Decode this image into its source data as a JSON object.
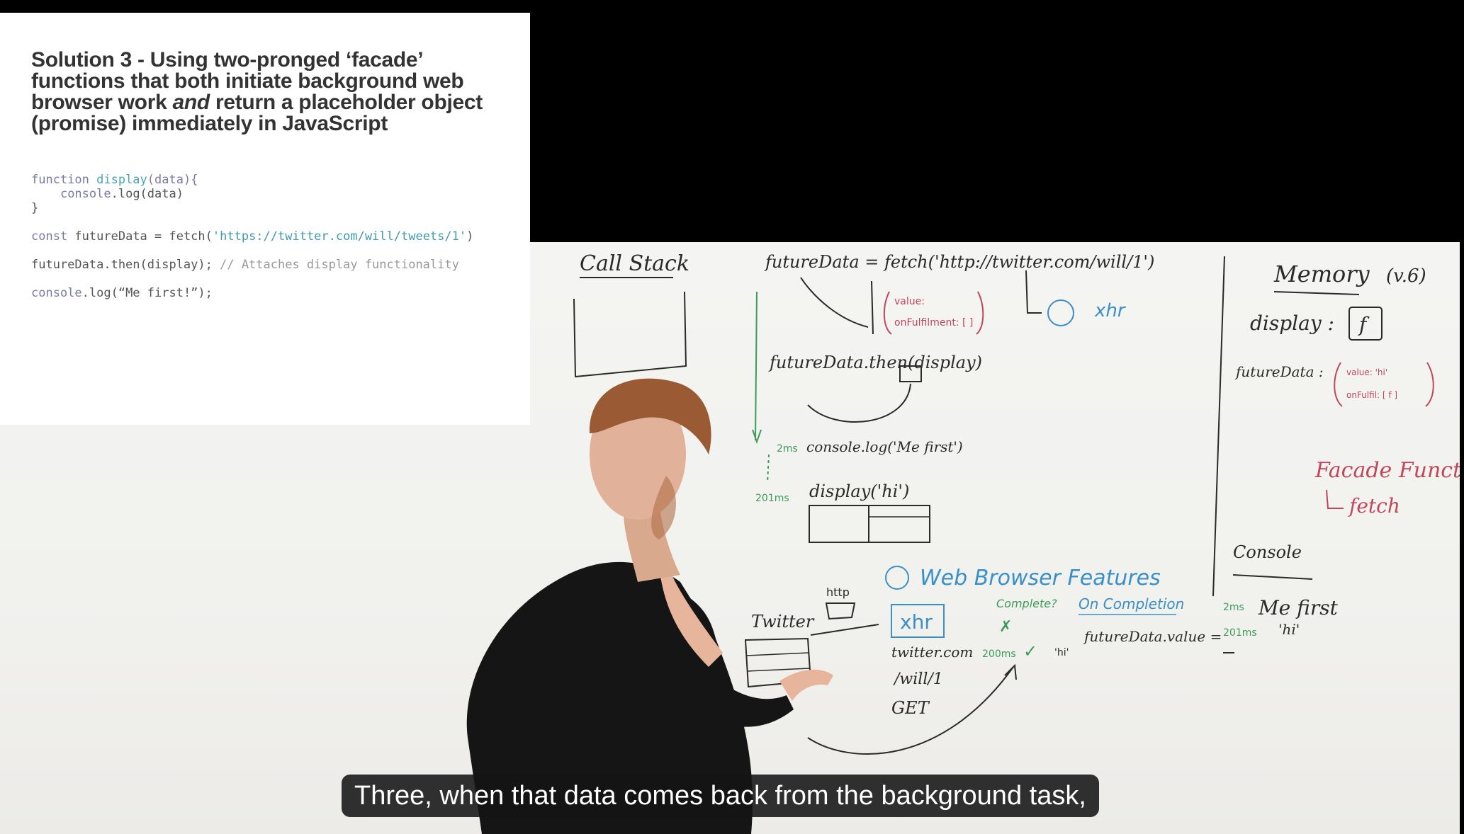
{
  "slide": {
    "title_part1": "Solution 3 - Using two-pronged ‘facade’ functions that both initiate background web browser work ",
    "title_em": "and",
    "title_part2": " return a placeholder object (promise) immediately in JavaScript",
    "code": {
      "l1_kw": "function ",
      "l1_fn": "display",
      "l1_rest": "(data){",
      "l2_indent": "    ",
      "l2_obj": "console",
      "l2_rest": ".log(data)",
      "l3": "}",
      "l4_kw": "const ",
      "l4_mid": "futureData = fetch(",
      "l4_str": "'https://twitter.com/will/tweets/1'",
      "l4_end": ")",
      "l5_code": "futureData.then(display); ",
      "l5_comment": "// Attaches display functionality",
      "l6_obj": "console",
      "l6_rest": ".log(“Me first!”);"
    }
  },
  "whiteboard": {
    "call_stack": "Call Stack",
    "memory": "Memory",
    "memory_version": "(v.6)",
    "fetch_line": "futureData = fetch('http://twitter.com/will/1')",
    "web_browser_features": "Web Browser Features",
    "facade_functions": "Facade Functions",
    "fetch_label": "fetch",
    "console_label": "Console",
    "console_out1": "Me first",
    "console_out2": "'hi'",
    "then_line": "futureData.then(display)",
    "console_log_line": "console.log('Me first')",
    "display_line": "display('hi')",
    "twitter": "Twitter",
    "http": "http",
    "xhr": "xhr",
    "complete": "Complete?",
    "on_completion": "On Completion",
    "future_value": "futureData.value =",
    "twitter_com": "twitter.com",
    "will_1": "/will/1",
    "get": "GET"
  },
  "caption": {
    "text": "Three, when that data comes back from the background task,"
  },
  "colors": {
    "marker_black": "#2a2a2a",
    "marker_green": "#3f9a5a",
    "marker_blue": "#3a8fc8",
    "marker_red": "#c0465a"
  }
}
